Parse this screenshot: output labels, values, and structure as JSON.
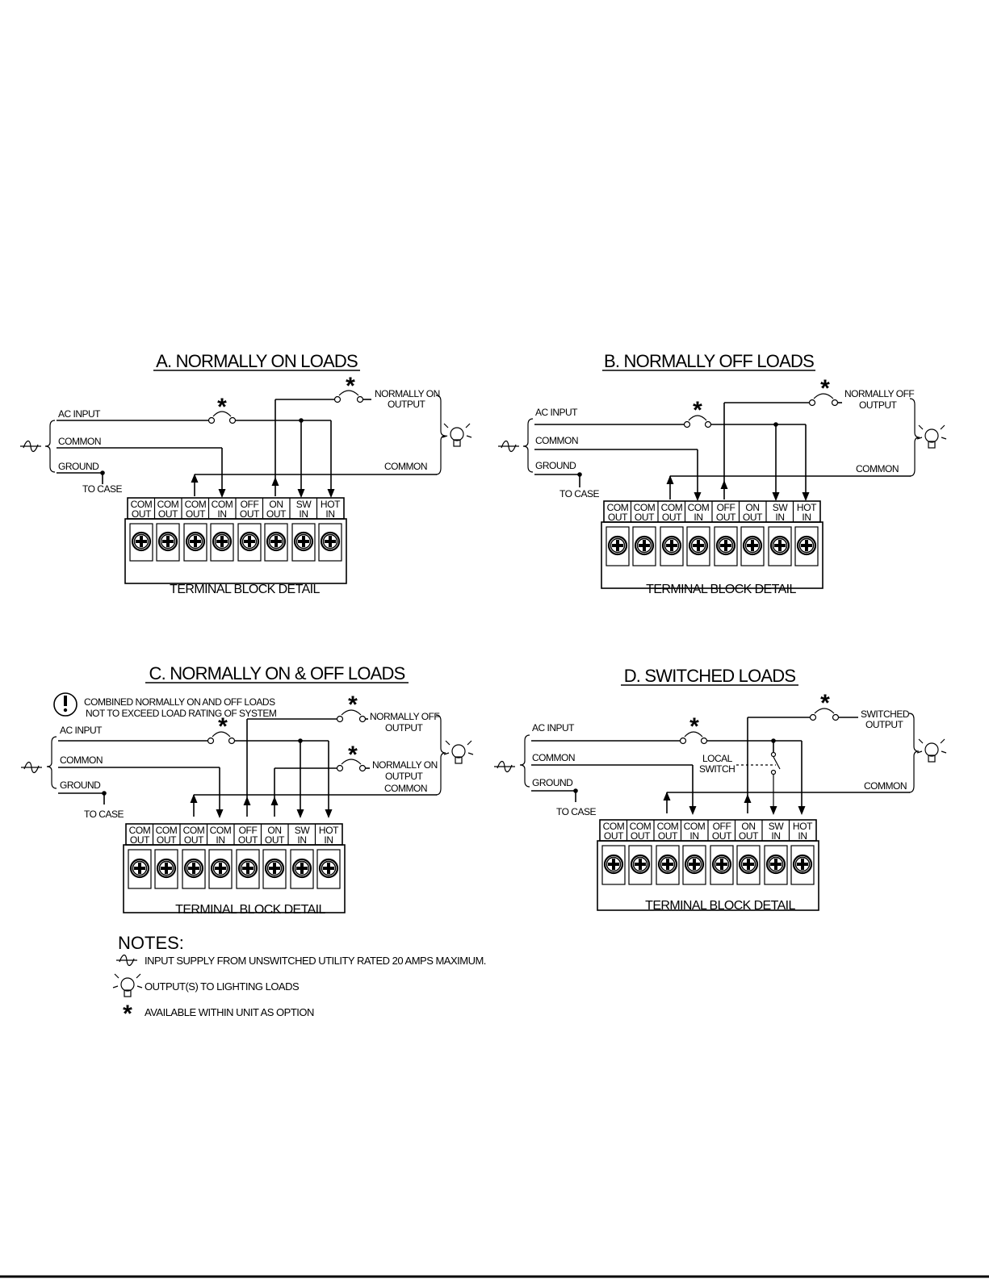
{
  "option_mark": "*",
  "terminals": [
    {
      "top": "COM",
      "bottom": "OUT"
    },
    {
      "top": "COM",
      "bottom": "OUT"
    },
    {
      "top": "COM",
      "bottom": "OUT"
    },
    {
      "top": "COM",
      "bottom": "IN"
    },
    {
      "top": "OFF",
      "bottom": "OUT"
    },
    {
      "top": "ON",
      "bottom": "OUT"
    },
    {
      "top": "SW",
      "bottom": "IN"
    },
    {
      "top": "HOT",
      "bottom": "IN"
    }
  ],
  "panels": {
    "a": {
      "title": "A. NORMALLY ON LOADS",
      "ac_input": "AC INPUT",
      "common": "COMMON",
      "ground": "GROUND",
      "to_case": "TO CASE",
      "output_line1": "NORMALLY ON",
      "output_line2": "OUTPUT",
      "common_right": "COMMON",
      "terminal_block": "TERMINAL BLOCK DETAIL"
    },
    "b": {
      "title": "B. NORMALLY OFF LOADS",
      "ac_input": "AC INPUT",
      "common": "COMMON",
      "ground": "GROUND",
      "to_case": "TO CASE",
      "output_line1": "NORMALLY OFF",
      "output_line2": "OUTPUT",
      "common_right": "COMMON",
      "terminal_block": "TERMINAL BLOCK DETAIL"
    },
    "c": {
      "title": "C. NORMALLY ON & OFF LOADS",
      "warning_line1": "COMBINED NORMALLY ON AND OFF LOADS",
      "warning_line2": "NOT TO EXCEED LOAD RATING OF SYSTEM",
      "ac_input": "AC INPUT",
      "common": "COMMON",
      "ground": "GROUND",
      "to_case": "TO CASE",
      "output1_line1": "NORMALLY OFF",
      "output1_line2": "OUTPUT",
      "output2_line1": "NORMALLY ON",
      "output2_line2": "OUTPUT",
      "common_right": "COMMON",
      "terminal_block": "TERMINAL BLOCK DETAIL"
    },
    "d": {
      "title": "D. SWITCHED LOADS",
      "ac_input": "AC INPUT",
      "common": "COMMON",
      "ground": "GROUND",
      "to_case": "TO CASE",
      "output_line1": "SWITCHED",
      "output_line2": "OUTPUT",
      "local_line1": "LOCAL",
      "local_line2": "SWITCH",
      "common_right": "COMMON",
      "terminal_block": "TERMINAL BLOCK DETAIL"
    }
  },
  "notes": {
    "heading": "NOTES:",
    "items": [
      {
        "icon": "ac-supply-icon",
        "text": "INPUT SUPPLY FROM UNSWITCHED UTILITY RATED 20 AMPS MAXIMUM."
      },
      {
        "icon": "lamp-icon",
        "text": "OUTPUT(S) TO LIGHTING LOADS"
      },
      {
        "icon": "asterisk-icon",
        "text": "AVAILABLE WITHIN UNIT AS OPTION"
      }
    ]
  }
}
